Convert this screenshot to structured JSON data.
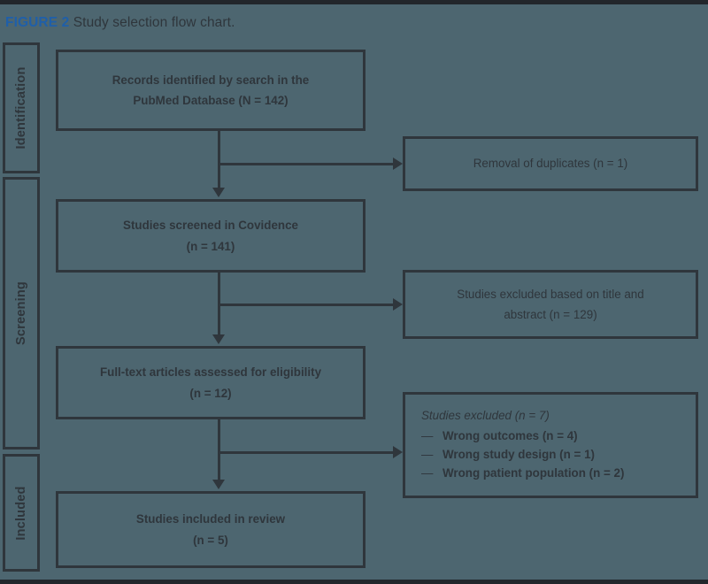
{
  "page": {
    "background_color": "#4d6670",
    "ink_color": "#2f363c",
    "accent_color": "#1f5fa9"
  },
  "caption": {
    "label": "FIGURE 2",
    "title": "Study selection flow chart."
  },
  "stages": [
    {
      "id": "identification",
      "label": "Identification"
    },
    {
      "id": "screening",
      "label": "Screening"
    },
    {
      "id": "included",
      "label": "Included"
    }
  ],
  "boxes": {
    "records": {
      "line1": "Records identified by search in the",
      "line2": "PubMed Database (N = 142)"
    },
    "duplicates": {
      "line1": "Removal of duplicates (n = 1)"
    },
    "screened": {
      "line1": "Studies screened in Covidence",
      "line2": "(n = 141)"
    },
    "excluded_title_abstract": {
      "line1": "Studies excluded based on title and",
      "line2": "abstract (n = 129)"
    },
    "fulltext": {
      "line1": "Full-text articles assessed for eligibility",
      "line2": "(n = 12)"
    },
    "excluded_list": {
      "title": "Studies excluded (n = 7)",
      "dash": "—",
      "items": [
        "Wrong outcomes (n = 4)",
        "Wrong study design (n = 1)",
        "Wrong patient population (n = 2)"
      ]
    },
    "included": {
      "line1": "Studies included in review",
      "line2": "(n = 5)"
    }
  },
  "chart_data": {
    "type": "diagram",
    "title": "Study selection flow chart.",
    "nodes": [
      {
        "id": "records",
        "stage": "Identification",
        "label": "Records identified by search in the PubMed Database (N = 142)",
        "count": 142,
        "count_symbol": "N"
      },
      {
        "id": "duplicates",
        "stage": "Identification",
        "label": "Removal of duplicates (n = 1)",
        "count": 1,
        "count_symbol": "n",
        "kind": "exclusion"
      },
      {
        "id": "screened",
        "stage": "Screening",
        "label": "Studies screened in Covidence (n = 141)",
        "count": 141,
        "count_symbol": "n"
      },
      {
        "id": "excluded_title_abstract",
        "stage": "Screening",
        "label": "Studies excluded based on title and abstract (n = 129)",
        "count": 129,
        "count_symbol": "n",
        "kind": "exclusion"
      },
      {
        "id": "fulltext",
        "stage": "Screening",
        "label": "Full-text articles assessed for eligibility (n = 12)",
        "count": 12,
        "count_symbol": "n"
      },
      {
        "id": "excluded_list",
        "stage": "Screening",
        "label": "Studies excluded (n = 7)",
        "count": 7,
        "count_symbol": "n",
        "kind": "exclusion",
        "reasons": [
          {
            "label": "Wrong outcomes",
            "count": 4
          },
          {
            "label": "Wrong study design",
            "count": 1
          },
          {
            "label": "Wrong patient population",
            "count": 2
          }
        ]
      },
      {
        "id": "included",
        "stage": "Included",
        "label": "Studies included in review (n = 5)",
        "count": 5,
        "count_symbol": "n"
      }
    ],
    "edges": [
      {
        "from": "records",
        "to": "screened",
        "direction": "down"
      },
      {
        "from": "records",
        "to": "duplicates",
        "direction": "right"
      },
      {
        "from": "screened",
        "to": "fulltext",
        "direction": "down"
      },
      {
        "from": "screened",
        "to": "excluded_title_abstract",
        "direction": "right"
      },
      {
        "from": "fulltext",
        "to": "included",
        "direction": "down"
      },
      {
        "from": "fulltext",
        "to": "excluded_list",
        "direction": "right"
      }
    ]
  }
}
